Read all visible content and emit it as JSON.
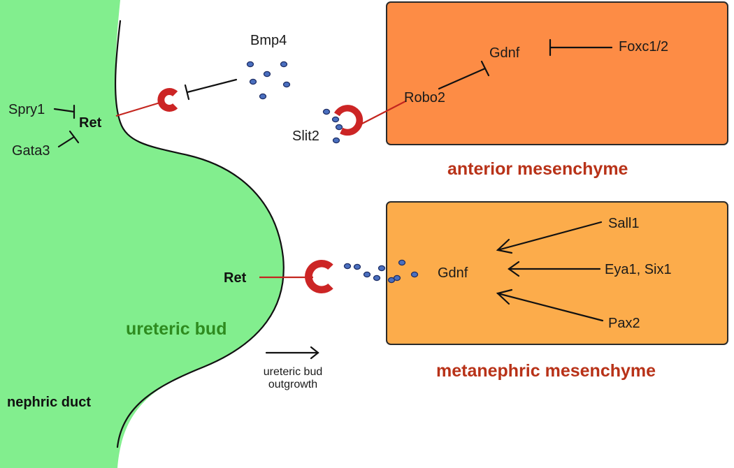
{
  "bud": {
    "gene_ret_top": "Ret",
    "gene_ret_bottom": "Ret",
    "spry1": "Spry1",
    "gata3": "Gata3",
    "ureteric_bud": "ureteric bud",
    "nephric_duct": "nephric duct",
    "outgrowth_line1": "ureteric bud",
    "outgrowth_line2": "outgrowth"
  },
  "signals": {
    "bmp4": "Bmp4",
    "slit2": "Slit2"
  },
  "anterior": {
    "gdnf": "Gdnf",
    "foxc": "Foxc1/2",
    "robo2": "Robo2",
    "title": "anterior mesenchyme"
  },
  "metanephric": {
    "gdnf": "Gdnf",
    "sall1": "Sall1",
    "eya_six": "Eya1, Six1",
    "pax2": "Pax2",
    "title": "metanephric mesenchyme"
  },
  "colors": {
    "bud_green": "#82ee8e",
    "anterior_orange": "#fd8c45",
    "metanephric_orange": "#fcac4b",
    "receptor_red": "#cc2525",
    "ligand_blue": "#4a6fbf",
    "region_title_red": "#b83218",
    "region_title_green": "#2e8b1f"
  }
}
